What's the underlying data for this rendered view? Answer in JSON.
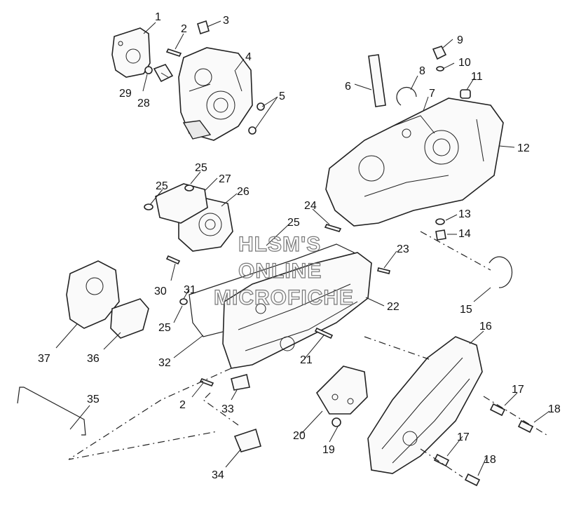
{
  "watermark": {
    "line1": "HLSM'S",
    "line2": "ONLINE",
    "line3": "MICROFICHE"
  },
  "callouts": [
    "1",
    "2",
    "3",
    "4",
    "5",
    "6",
    "7",
    "8",
    "9",
    "10",
    "11",
    "12",
    "13",
    "14",
    "15",
    "16",
    "17",
    "18",
    "19",
    "20",
    "21",
    "22",
    "23",
    "24",
    "25",
    "26",
    "27",
    "28",
    "29",
    "30",
    "31",
    "32",
    "33",
    "34",
    "35",
    "36",
    "37"
  ],
  "labels": {
    "n1": "1",
    "n2a": "2",
    "n2b": "2",
    "n3": "3",
    "n4": "4",
    "n5": "5",
    "n6": "6",
    "n7": "7",
    "n8": "8",
    "n9": "9",
    "n10": "10",
    "n11": "11",
    "n12": "12",
    "n13": "13",
    "n14": "14",
    "n15": "15",
    "n16": "16",
    "n17a": "17",
    "n17b": "17",
    "n18a": "18",
    "n18b": "18",
    "n19": "19",
    "n20": "20",
    "n21": "21",
    "n22": "22",
    "n23": "23",
    "n24": "24",
    "n25a": "25",
    "n25b": "25",
    "n25c": "25",
    "n25d": "25",
    "n26": "26",
    "n27": "27",
    "n28": "28",
    "n29": "29",
    "n30": "30",
    "n31": "31",
    "n32": "32",
    "n33": "33",
    "n34": "34",
    "n35": "35",
    "n36": "36",
    "n37": "37"
  }
}
